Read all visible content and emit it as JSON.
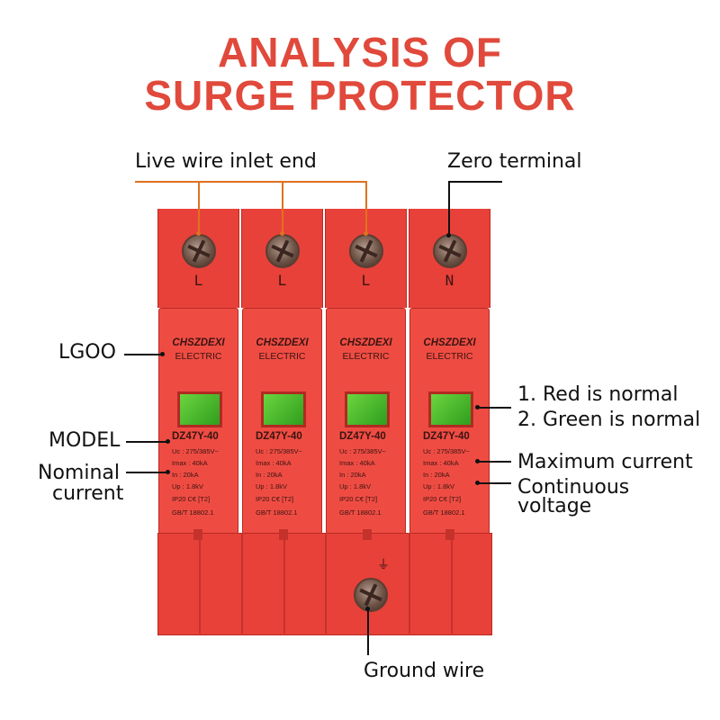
{
  "title": {
    "line1": "ANALYSIS OF",
    "line2": "SURGE PROTECTOR",
    "color": "#e0493b"
  },
  "callouts": {
    "live_wire": "Live wire inlet end",
    "zero_terminal": "Zero terminal",
    "logo": "LGOO",
    "model": "MODEL",
    "nominal_1": "Nominal",
    "nominal_2": "current",
    "indicator_1": "1. Red is normal",
    "indicator_2": "2. Green is normal",
    "max_current": "Maximum current",
    "continuous_1": "Continuous",
    "continuous_2": "voltage",
    "ground_wire": "Ground wire"
  },
  "device": {
    "colors": {
      "body": "#ee4c43",
      "window": "#4cbb2e",
      "text": "#3a1410"
    },
    "modules": [
      {
        "terminal": "L",
        "brand": "CHSZDEXI",
        "sub": "ELECTRIC",
        "model": "DZ47Y-40",
        "uc": "Uc : 275/385V~",
        "imax": "Imax : 40kA",
        "in": "In : 20kA",
        "up": "Up : 1.8kV",
        "ip": "IP20 C€ [T2]",
        "std": "GB/T 18802.1"
      },
      {
        "terminal": "L",
        "brand": "CHSZDEXI",
        "sub": "ELECTRIC",
        "model": "DZ47Y-40",
        "uc": "Uc : 275/385V~",
        "imax": "Imax : 40kA",
        "in": "In : 20kA",
        "up": "Up : 1.8kV",
        "ip": "IP20 C€ [T2]",
        "std": "GB/T 18802.1"
      },
      {
        "terminal": "L",
        "brand": "CHSZDEXI",
        "sub": "ELECTRIC",
        "model": "DZ47Y-40",
        "uc": "Uc : 275/385V~",
        "imax": "Imax : 40kA",
        "in": "In : 20kA",
        "up": "Up : 1.8kV",
        "ip": "IP20 C€ [T2]",
        "std": "GB/T 18802.1"
      },
      {
        "terminal": "N",
        "brand": "CHSZDEXI",
        "sub": "ELECTRIC",
        "model": "DZ47Y-40",
        "uc": "Uc : 275/385V~",
        "imax": "Imax : 40kA",
        "in": "In : 20kA",
        "up": "Up : 1.8kV",
        "ip": "IP20 C€ [T2]",
        "std": "GB/T 18802.1"
      }
    ],
    "ground_symbol": "⏚"
  }
}
